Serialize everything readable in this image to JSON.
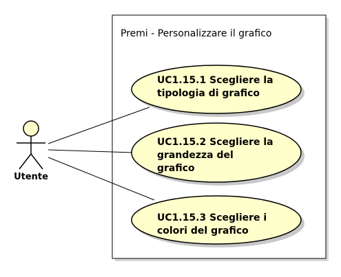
{
  "system": {
    "title": "Premi - Personalizzare il grafico"
  },
  "actor": {
    "name": "Utente"
  },
  "use_cases": [
    {
      "lines": [
        "UC1.15.1 Scegliere la",
        "tipologia di grafico"
      ]
    },
    {
      "lines": [
        "UC1.15.2 Scegliere la",
        "grandezza del",
        "grafico"
      ]
    },
    {
      "lines": [
        "UC1.15.3 Scegliere i",
        "colori del grafico"
      ]
    }
  ],
  "colors": {
    "use_case_fill": "#FFFFCC",
    "actor_head_fill": "#FFFFCC",
    "stroke": "#000000",
    "shadow": "#C8C8C8",
    "boundary_shadow": "#D4D4D4"
  }
}
